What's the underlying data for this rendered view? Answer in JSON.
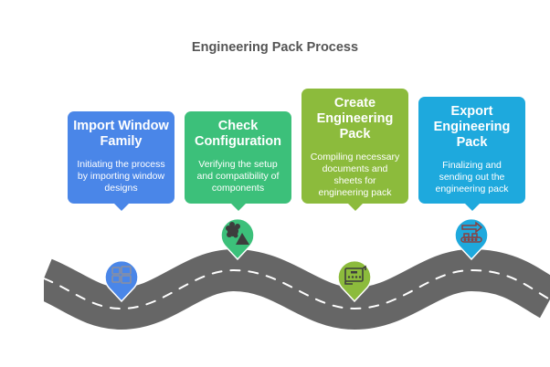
{
  "title": "Engineering Pack Process",
  "steps": [
    {
      "title": "Import Window Family",
      "title_lines": [
        "Import Window",
        "Family"
      ],
      "description": "Initiating the process by importing window designs",
      "desc_lines": [
        "Initiating the process",
        "by importing window",
        "designs"
      ],
      "color": "#4a86e8",
      "icon": "windows-icon"
    },
    {
      "title": "Check Configuration",
      "title_lines": [
        "Check",
        "Configuration"
      ],
      "description": "Verifying the setup and compatibility of components",
      "desc_lines": [
        "Verifying the setup",
        "and compatibility of",
        "components"
      ],
      "color": "#3cc07a",
      "icon": "shapes-icon"
    },
    {
      "title": "Create Engineering Pack",
      "title_lines": [
        "Create",
        "Engineering",
        "Pack"
      ],
      "description": "Compiling necessary documents and sheets for engineering pack",
      "desc_lines": [
        "Compiling necessary",
        "documents and",
        "sheets for",
        "engineering pack"
      ],
      "color": "#8cbb3c",
      "icon": "document-scroll-icon"
    },
    {
      "title": "Export Engineering Pack",
      "title_lines": [
        "Export",
        "Engineering",
        "Pack"
      ],
      "description": "Finalizing and sending out the engineering pack",
      "desc_lines": [
        "Finalizing and",
        "sending out the",
        "engineering pack"
      ],
      "color": "#1ea9dd",
      "icon": "conveyor-export-icon"
    }
  ],
  "colors": {
    "road": "#666666",
    "road_marking": "#ffffff",
    "title_text": "#555555"
  }
}
